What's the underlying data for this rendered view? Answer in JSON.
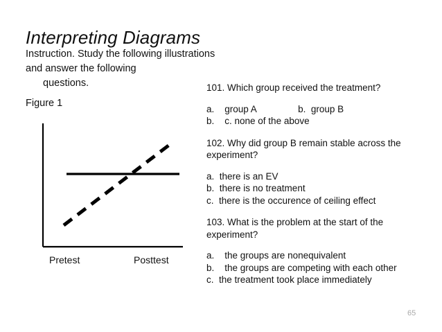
{
  "slide": {
    "title": "Interpreting Diagrams",
    "instruction_line1": "Instruction.  Study the following illustrations and answer the following",
    "instruction_line2": "questions.",
    "page_number": "65"
  },
  "figure": {
    "caption": "Figure 1",
    "x_axis_labels": [
      "Pretest",
      "Posttest"
    ]
  },
  "chart_data": {
    "type": "line",
    "title": "Figure 1",
    "xlabel": "",
    "ylabel": "",
    "x": [
      "Pretest",
      "Posttest"
    ],
    "categories": [
      "Pretest",
      "Posttest"
    ],
    "grid": false,
    "legend": "none",
    "xlim": [
      0,
      1
    ],
    "ylim": [
      0,
      1
    ],
    "series": [
      {
        "name": "group B",
        "style": "solid",
        "color": "#000000",
        "values": [
          0.55,
          0.55
        ],
        "note": "flat horizontal line, stable across experiment"
      },
      {
        "name": "group A",
        "style": "dashed",
        "color": "#000000",
        "values": [
          0.17,
          0.84
        ],
        "note": "steadily rising dashed line crossing the solid line near posttest"
      }
    ]
  },
  "questions": [
    {
      "stem": "101.  Which group received the treatment?",
      "options": [
        "a.    group A                b.  group B",
        "b.    c. none of the above"
      ]
    },
    {
      "stem": "102.  Why did group B remain stable across the experiment?",
      "options": [
        "a.  there is an EV",
        "b.  there is no treatment",
        "c.  there is the occurence of ceiling effect"
      ]
    },
    {
      "stem": "103.  What is the problem at the start of the experiment?",
      "options": [
        "a.    the groups are nonequivalent",
        "b.    the groups are competing with each other",
        "c.  the treatment took place immediately"
      ]
    }
  ]
}
